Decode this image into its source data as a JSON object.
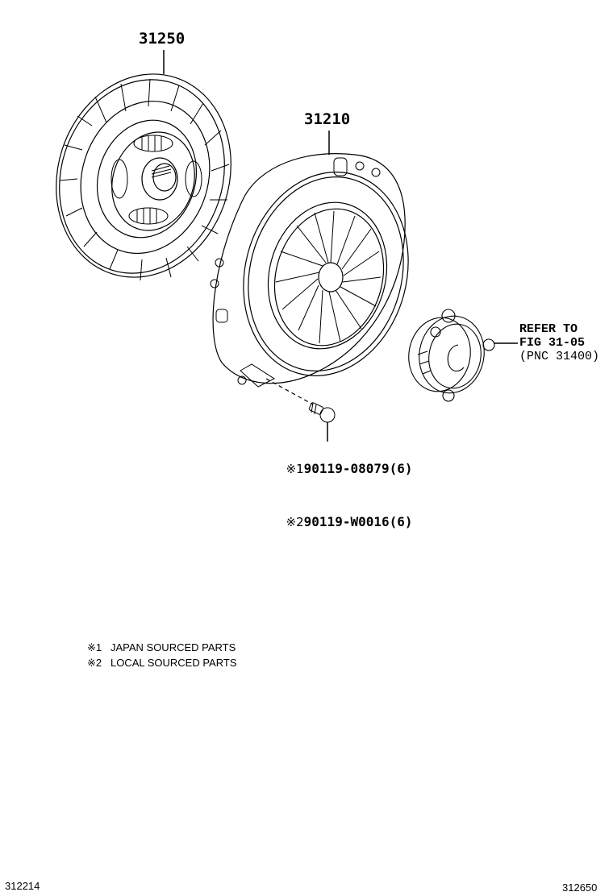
{
  "diagram": {
    "parts": [
      {
        "pnc": "31250",
        "name": "clutch-disc"
      },
      {
        "pnc": "31210",
        "name": "clutch-cover"
      }
    ],
    "reference": {
      "line1": "REFER TO",
      "line2": "FIG 31-05",
      "line3": "(PNC 31400)"
    },
    "bolt_parts": [
      {
        "mark": "※1",
        "number": "90119-08079",
        "qty": "(6)"
      },
      {
        "mark": "※2",
        "number": "90119-W0016",
        "qty": "(6)"
      }
    ],
    "notes": [
      {
        "mark": "※1",
        "text": "JAPAN SOURCED PARTS"
      },
      {
        "mark": "※2",
        "text": "LOCAL SOURCED PARTS"
      }
    ],
    "footer": {
      "left_code": "312214",
      "right_code": "312650"
    }
  }
}
